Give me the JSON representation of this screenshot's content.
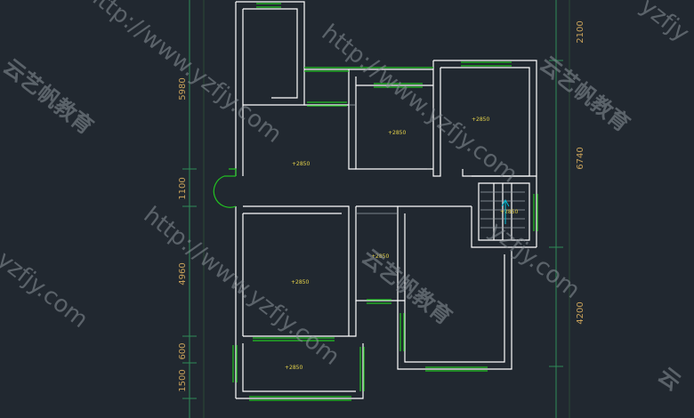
{
  "drawing": {
    "background_color": "#212830",
    "wall_color": "#ffffff",
    "window_color": "#22c322",
    "dimension_line_color": "#2e8b57",
    "dimension_text_color": "#c9a25a",
    "elevation_text_color": "#e6d34a"
  },
  "dimensions_left": [
    "5980",
    "1100",
    "4960",
    "600",
    "1500"
  ],
  "dimensions_right": [
    "2100",
    "6740",
    "4200"
  ],
  "elevation_labels": [
    "+2850",
    "+2850",
    "+2850",
    "+2850",
    "+2850",
    "+2850",
    "+2850"
  ],
  "watermarks": {
    "url": "http://www.yzfjy.com",
    "url_short": "yzfjy.com",
    "url_fragment": "yzfjy",
    "brand": "云艺帆教育",
    "brand_fragment": "云"
  }
}
